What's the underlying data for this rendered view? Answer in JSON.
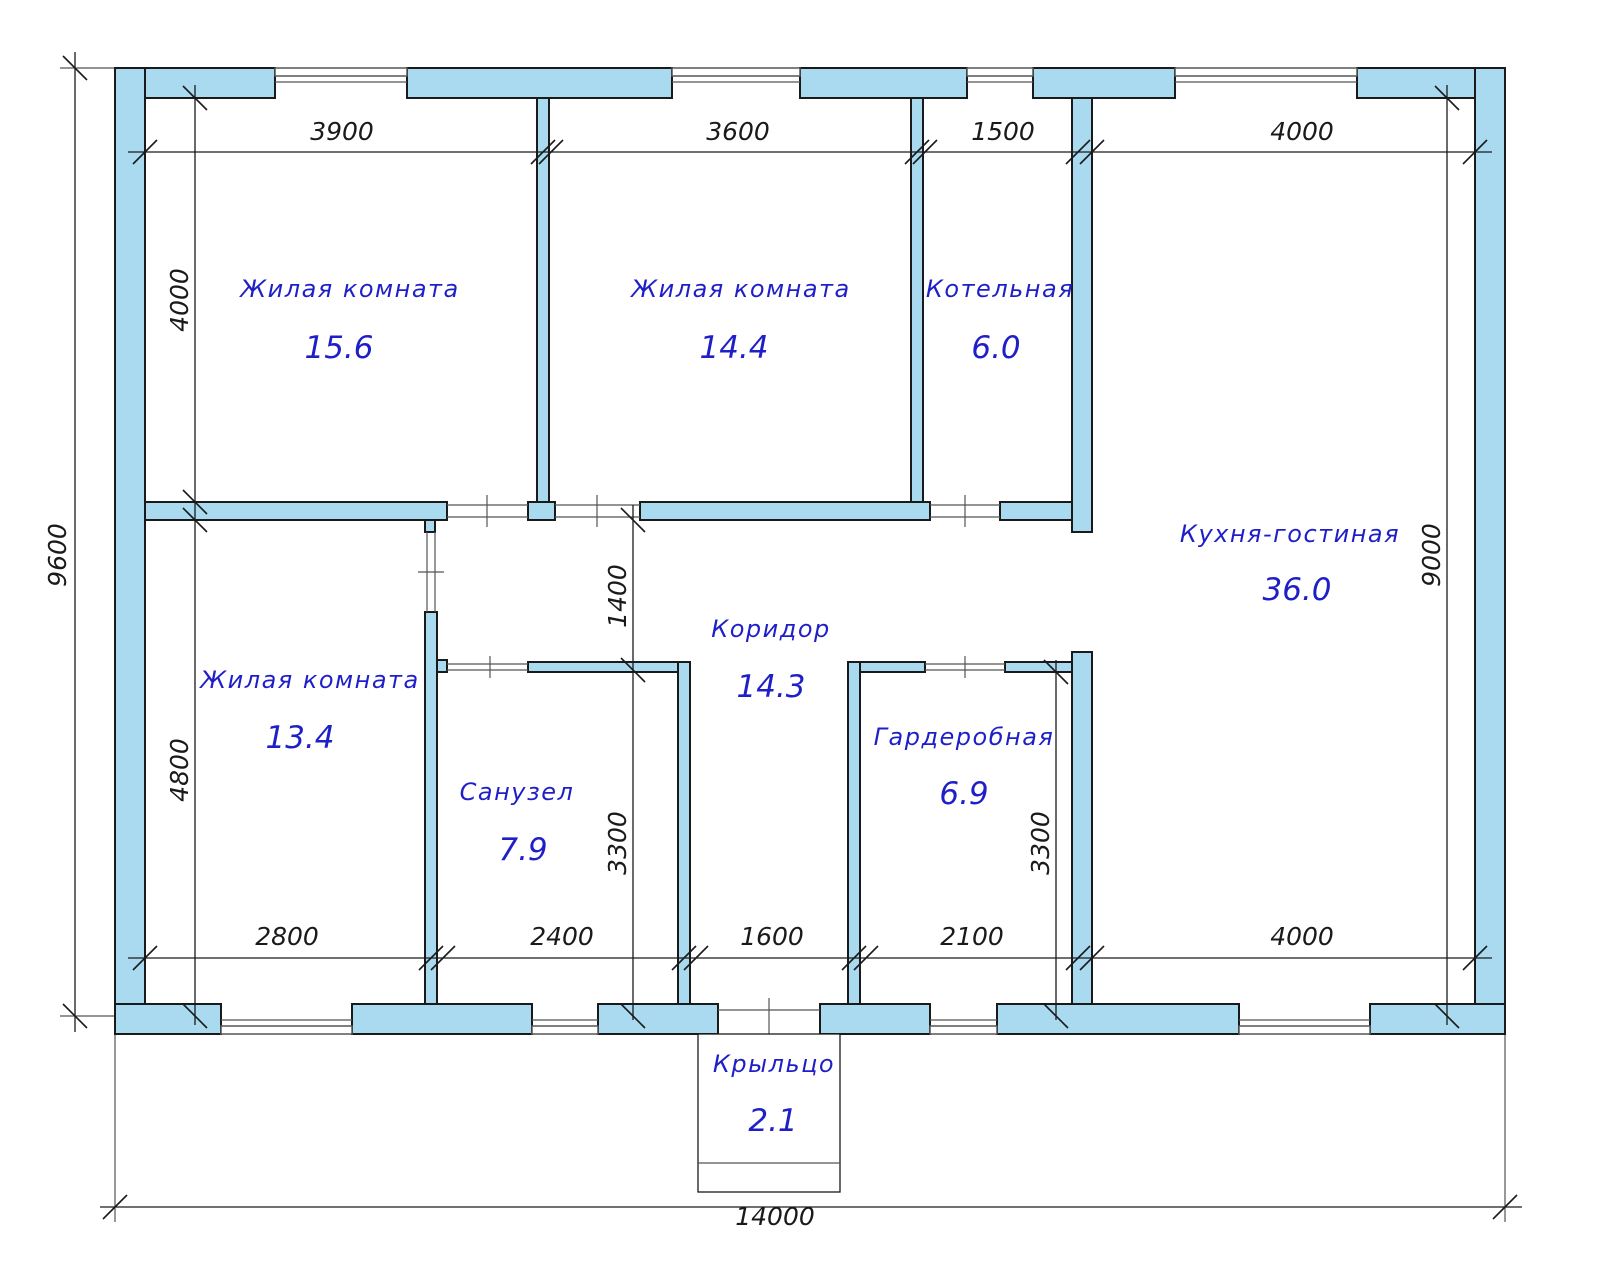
{
  "rooms": {
    "living1": {
      "name": "Жилая комната",
      "area": "15.6"
    },
    "living2": {
      "name": "Жилая комната",
      "area": "14.4"
    },
    "boiler": {
      "name": "Котельная",
      "area": "6.0"
    },
    "kitchen": {
      "name": "Кухня-гостиная",
      "area": "36.0"
    },
    "corridor": {
      "name": "Коридор",
      "area": "14.3"
    },
    "living3": {
      "name": "Жилая комната",
      "area": "13.4"
    },
    "bath": {
      "name": "Санузел",
      "area": "7.9"
    },
    "wardrobe": {
      "name": "Гардеробная",
      "area": "6.9"
    },
    "porch": {
      "name": "Крыльцо",
      "area": "2.1"
    }
  },
  "dims": {
    "top_1": "3900",
    "top_2": "3600",
    "top_3": "1500",
    "top_4": "4000",
    "bottom_1": "2800",
    "bottom_2": "2400",
    "bottom_3": "1600",
    "bottom_4": "2100",
    "bottom_5": "4000",
    "total_width": "14000",
    "total_height": "9600",
    "left_upper": "4000",
    "left_lower": "4800",
    "corridor_height": "1400",
    "bath_height": "3300",
    "wardrobe_height": "3300",
    "kitchen_height": "9000"
  },
  "colors": {
    "wall_fill": "#a9daf0",
    "label_color": "#1f1fc8",
    "line_color": "#1a1a1a"
  }
}
